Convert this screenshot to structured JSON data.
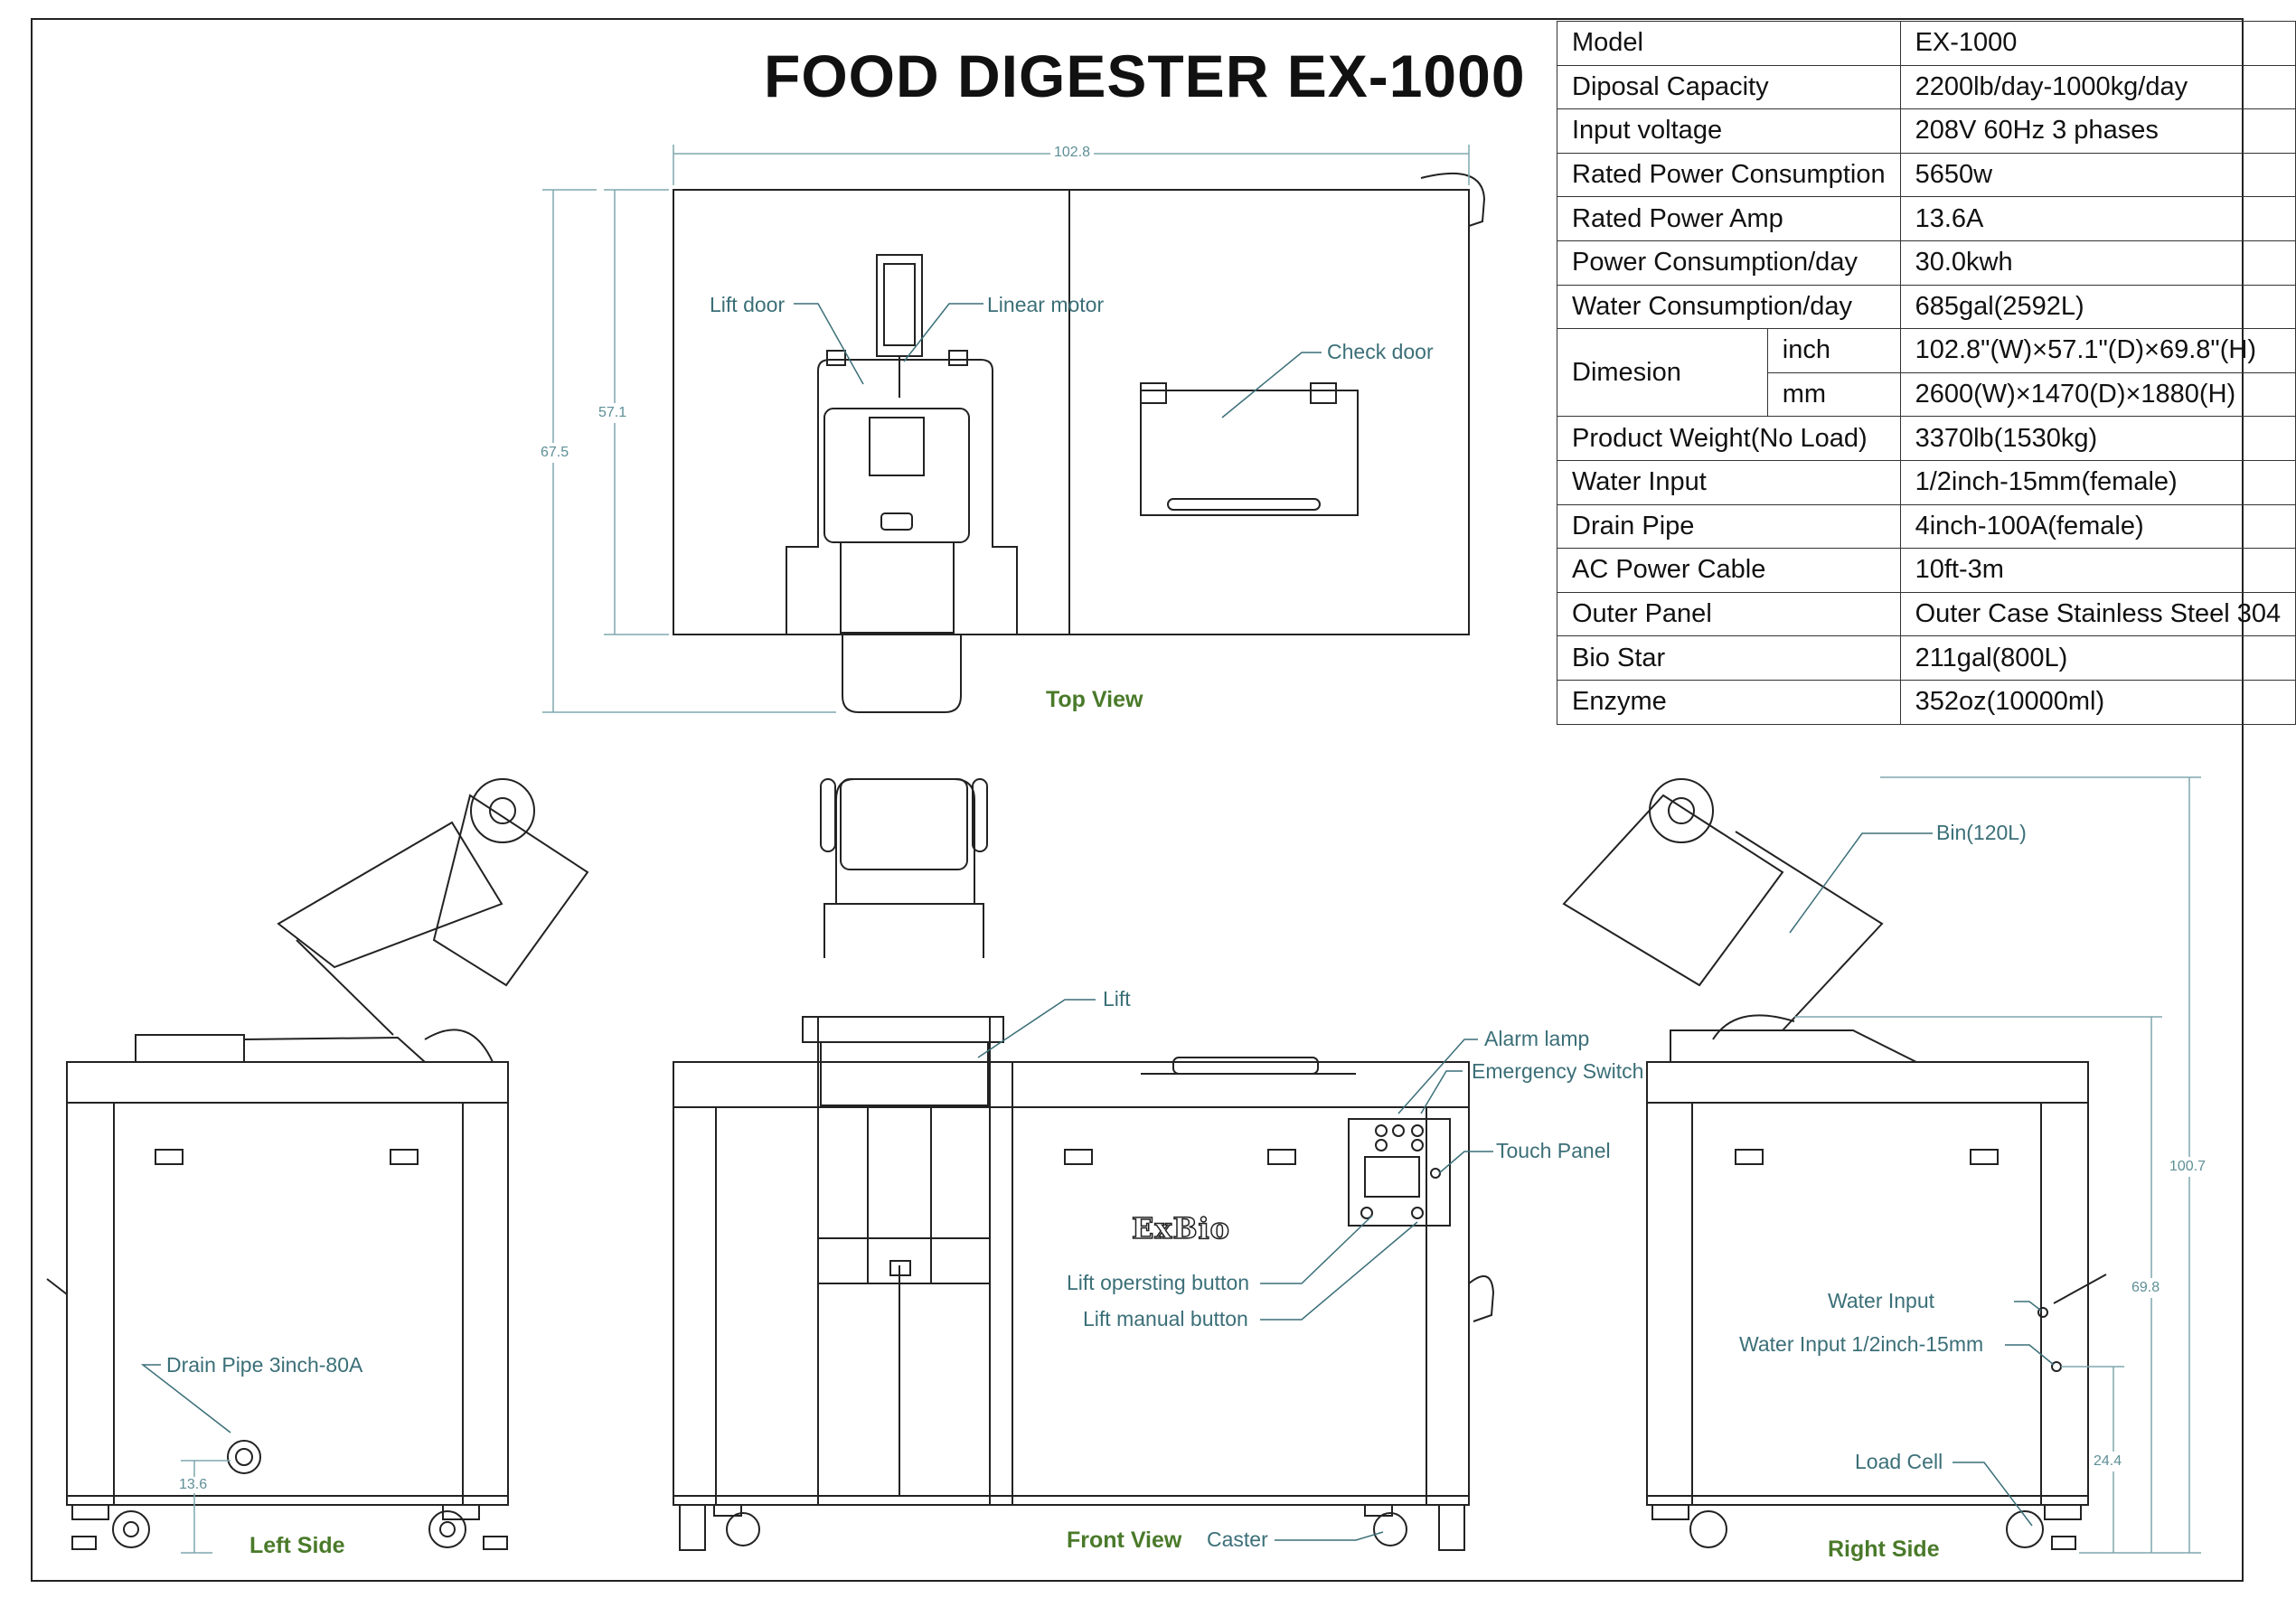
{
  "title": "FOOD DIGESTER EX-1000",
  "specs": [
    {
      "label": "Model",
      "value": "EX-1000"
    },
    {
      "label": "Diposal Capacity",
      "value": "2200lb/day-1000kg/day"
    },
    {
      "label": "Input voltage",
      "value": "208V 60Hz 3 phases"
    },
    {
      "label": "Rated Power Consumption",
      "value": "5650w"
    },
    {
      "label": "Rated Power Amp",
      "value": "13.6A"
    },
    {
      "label": "Power Consumption/day",
      "value": "30.0kwh"
    },
    {
      "label": "Water Consumption/day",
      "value": "685gal(2592L)"
    },
    {
      "label": "Dimesion",
      "rows": [
        {
          "unit": "inch",
          "value": "102.8\"(W)×57.1\"(D)×69.8\"(H)"
        },
        {
          "unit": "mm",
          "value": "2600(W)×1470(D)×1880(H)"
        }
      ]
    },
    {
      "label": "Product Weight(No Load)",
      "value": "3370lb(1530kg)"
    },
    {
      "label": "Water Input",
      "value": "1/2inch-15mm(female)"
    },
    {
      "label": "Drain Pipe",
      "value": "4inch-100A(female)"
    },
    {
      "label": "AC Power Cable",
      "value": "10ft-3m"
    },
    {
      "label": "Outer Panel",
      "value": "Outer Case Stainless Steel 304"
    },
    {
      "label": "Bio Star",
      "value": "211gal(800L)"
    },
    {
      "label": "Enzyme",
      "value": "352oz(10000ml)"
    }
  ],
  "views": {
    "top": "Top View",
    "left": "Left Side",
    "front": "Front View",
    "right": "Right Side"
  },
  "callouts": {
    "lift_door": "Lift door",
    "linear_motor": "Linear motor",
    "check_door": "Check door",
    "lift": "Lift",
    "alarm_lamp": "Alarm lamp",
    "emergency_switch": "Emergency Switch",
    "touch_panel": "Touch Panel",
    "lift_operating_button": "Lift opersting button",
    "lift_manual_button": "Lift manual button",
    "caster": "Caster",
    "drain_pipe": "Drain Pipe 3inch-80A",
    "bin": "Bin(120L)",
    "water_input": "Water Input",
    "water_input_size": "Water Input 1/2inch-15mm",
    "load_cell": "Load Cell"
  },
  "dimensions": {
    "width_top": "102.8",
    "depth_inner": "57.1",
    "depth_outer": "67.5",
    "drain_height": "13.6",
    "total_height": "100.7",
    "body_height": "69.8",
    "water_input_height": "24.4"
  },
  "brand": "ExBio",
  "colors": {
    "callout": "#3b6f78",
    "view_label": "#4a7a2a",
    "line": "#222222"
  }
}
